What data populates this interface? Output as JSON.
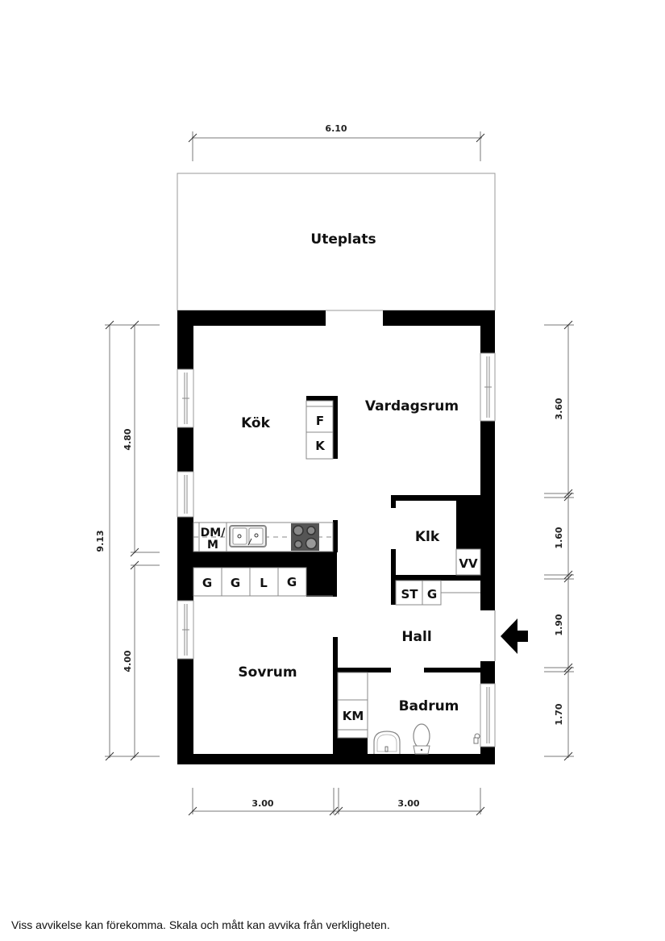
{
  "plan": {
    "rooms": {
      "patio": "Uteplats",
      "kitchen": "Kök",
      "living_room": "Vardagsrum",
      "closet": "Klk",
      "hall": "Hall",
      "bedroom": "Sovrum",
      "bathroom": "Badrum"
    },
    "fixtures": {
      "fridge": "F",
      "freezer": "K",
      "dishwasher_line1": "DM/",
      "dishwasher_line2": "M",
      "wardrobe_1": "G",
      "wardrobe_2": "G",
      "linen": "L",
      "wardrobe_3": "G",
      "water_heater": "VV",
      "cleaning_closet": "ST",
      "hall_wardrobe": "G",
      "washing_machine": "KM"
    },
    "dimensions": {
      "top_width": "6.10",
      "left_total": "9.13",
      "left_upper": "4.80",
      "left_lower": "4.00",
      "right_1": "3.60",
      "right_2": "1.60",
      "right_3": "1.90",
      "right_4": "1.70",
      "bottom_left": "3.00",
      "bottom_right": "3.00"
    },
    "entrance_arrow": "entrance-arrow-icon"
  },
  "footer": {
    "disclaimer": "Viss avvikelse kan förekomma. Skala och mått kan avvika från verkligheten."
  }
}
